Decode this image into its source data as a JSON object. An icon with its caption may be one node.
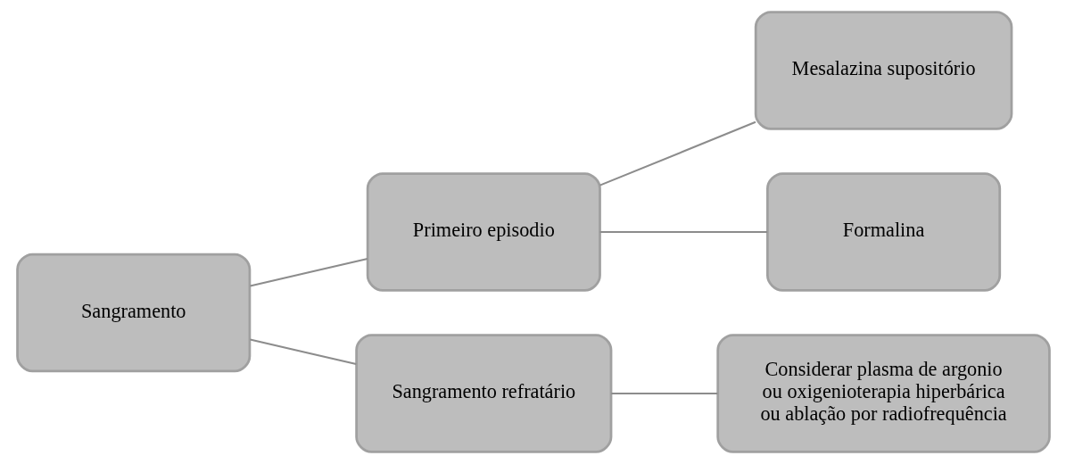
{
  "diagram": {
    "nodes": [
      {
        "text": [
          "Sangramento"
        ]
      },
      {
        "text": [
          "Primeiro episodio"
        ]
      },
      {
        "text": [
          "Sangramento refratário"
        ]
      },
      {
        "text": [
          "Mesalazina supositório"
        ]
      },
      {
        "text": [
          "Formalina"
        ]
      },
      {
        "text": [
          "Considerar plasma de argonio ou oxigenioterapia hiperbárica ou ablação por radiofrequência"
        ]
      }
    ],
    "edges": [
      {
        "from": 0,
        "to": 1,
        "arrow": "none"
      },
      {
        "from": 0,
        "to": 2,
        "arrow": "none"
      },
      {
        "from": 1,
        "to": 3,
        "arrow": "none"
      },
      {
        "from": 1,
        "to": 4,
        "arrow": "none"
      },
      {
        "from": 2,
        "to": 5,
        "arrow": "none"
      }
    ]
  }
}
